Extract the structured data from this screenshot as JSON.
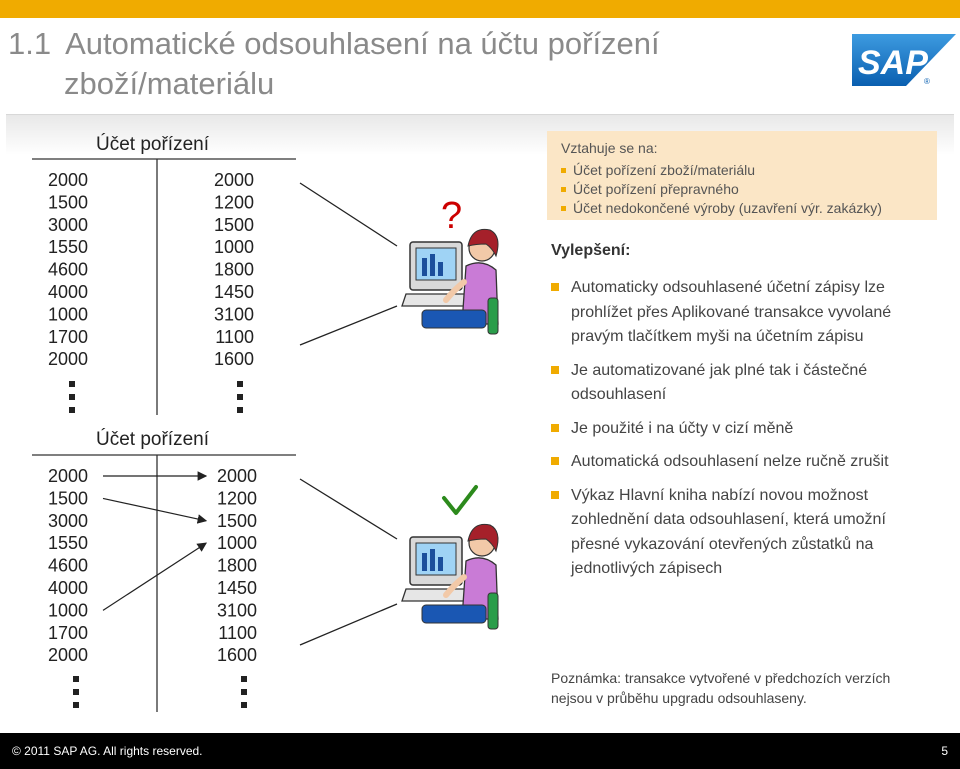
{
  "header": {
    "section_number": "1.1",
    "title_line1": "Automatické odsouhlasení na účtu pořízení",
    "title_line2": "zboží/materiálu"
  },
  "brand": {
    "logo_text": "SAP",
    "accent_color": "#f0ab00",
    "logo_blue": "#0a6fc2"
  },
  "diagram": {
    "top": {
      "account_title": "Účet pořízení",
      "left_values": [
        "2000",
        "1500",
        "3000",
        "1550",
        "4600",
        "4000",
        "1000",
        "1700",
        "2000"
      ],
      "right_values": [
        "2000",
        "1200",
        "1500",
        "1000",
        "1800",
        "1450",
        "3100",
        "1100",
        "1600"
      ],
      "status_mark": "?"
    },
    "bottom": {
      "account_title": "Účet pořízení",
      "left_values": [
        "2000",
        "1500",
        "3000",
        "1550",
        "4600",
        "4000",
        "1000",
        "1700",
        "2000"
      ],
      "right_values": [
        "2000",
        "1200",
        "1500",
        "1000",
        "1800",
        "1450",
        "3100",
        "1100",
        "1600"
      ],
      "status_icon": "checkmark-icon"
    }
  },
  "info_box": {
    "heading": "Vztahuje se na:",
    "items": [
      "Účet pořízení zboží/materiálu",
      "Účet pořízení přepravného",
      "Účet nedokončené výroby (uzavření výr. zakázky)"
    ]
  },
  "improvements": {
    "heading": "Vylepšení:",
    "items": [
      "Automaticky odsouhlasené účetní zápisy lze prohlížet přes Aplikované transakce vyvolané pravým tlačítkem myši na účetním zápisu",
      "Je automatizované jak plné tak i částečné odsouhlasení",
      "Je použité i na účty v cizí měně",
      "Automatická odsouhlasení nelze ručně zrušit",
      "Výkaz Hlavní kniha nabízí novou možnost zohlednění data odsouhlasení, která umožní přesné vykazování otevřených zůstatků na jednotlivých zápisech"
    ]
  },
  "note": "Poznámka: transakce vytvořené v předchozích verzích nejsou v průběhu upgradu odsouhlaseny.",
  "footer": {
    "copyright": "© 2011 SAP AG. All rights reserved.",
    "page_number": "5"
  }
}
